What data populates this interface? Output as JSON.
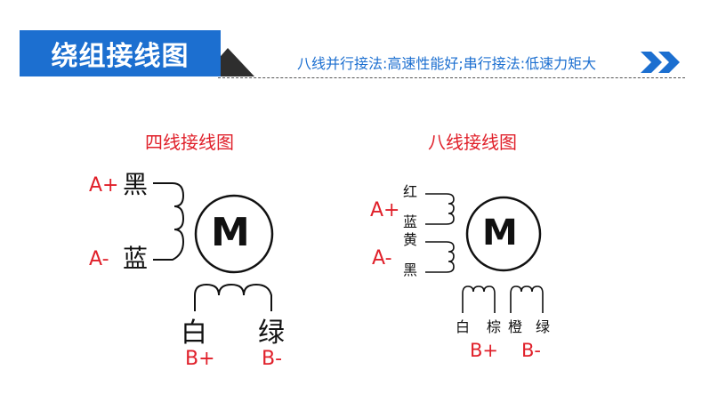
{
  "header": {
    "title": "绕组接线图",
    "subtitle": "八线并行接法:高速性能好;串行接法:低速力矩大"
  },
  "colors": {
    "accent_blue": "#1c6fd0",
    "label_red": "#e0202a"
  },
  "four_wire": {
    "title": "四线接线图",
    "motor_label": "M",
    "phase_a": {
      "plus": "A+",
      "minus": "A-",
      "wire_top": "黑",
      "wire_bottom": "蓝"
    },
    "phase_b": {
      "plus": "B+",
      "minus": "B-",
      "wire_left": "白",
      "wire_right": "绿"
    }
  },
  "eight_wire": {
    "title": "八线接线图",
    "motor_label": "M",
    "phase_a": {
      "plus": "A+",
      "minus": "A-",
      "wires": [
        "红",
        "蓝",
        "黄",
        "黑"
      ]
    },
    "phase_b": {
      "plus": "B+",
      "minus": "B-",
      "wires": [
        "白",
        "棕",
        "橙",
        "绿"
      ]
    }
  }
}
